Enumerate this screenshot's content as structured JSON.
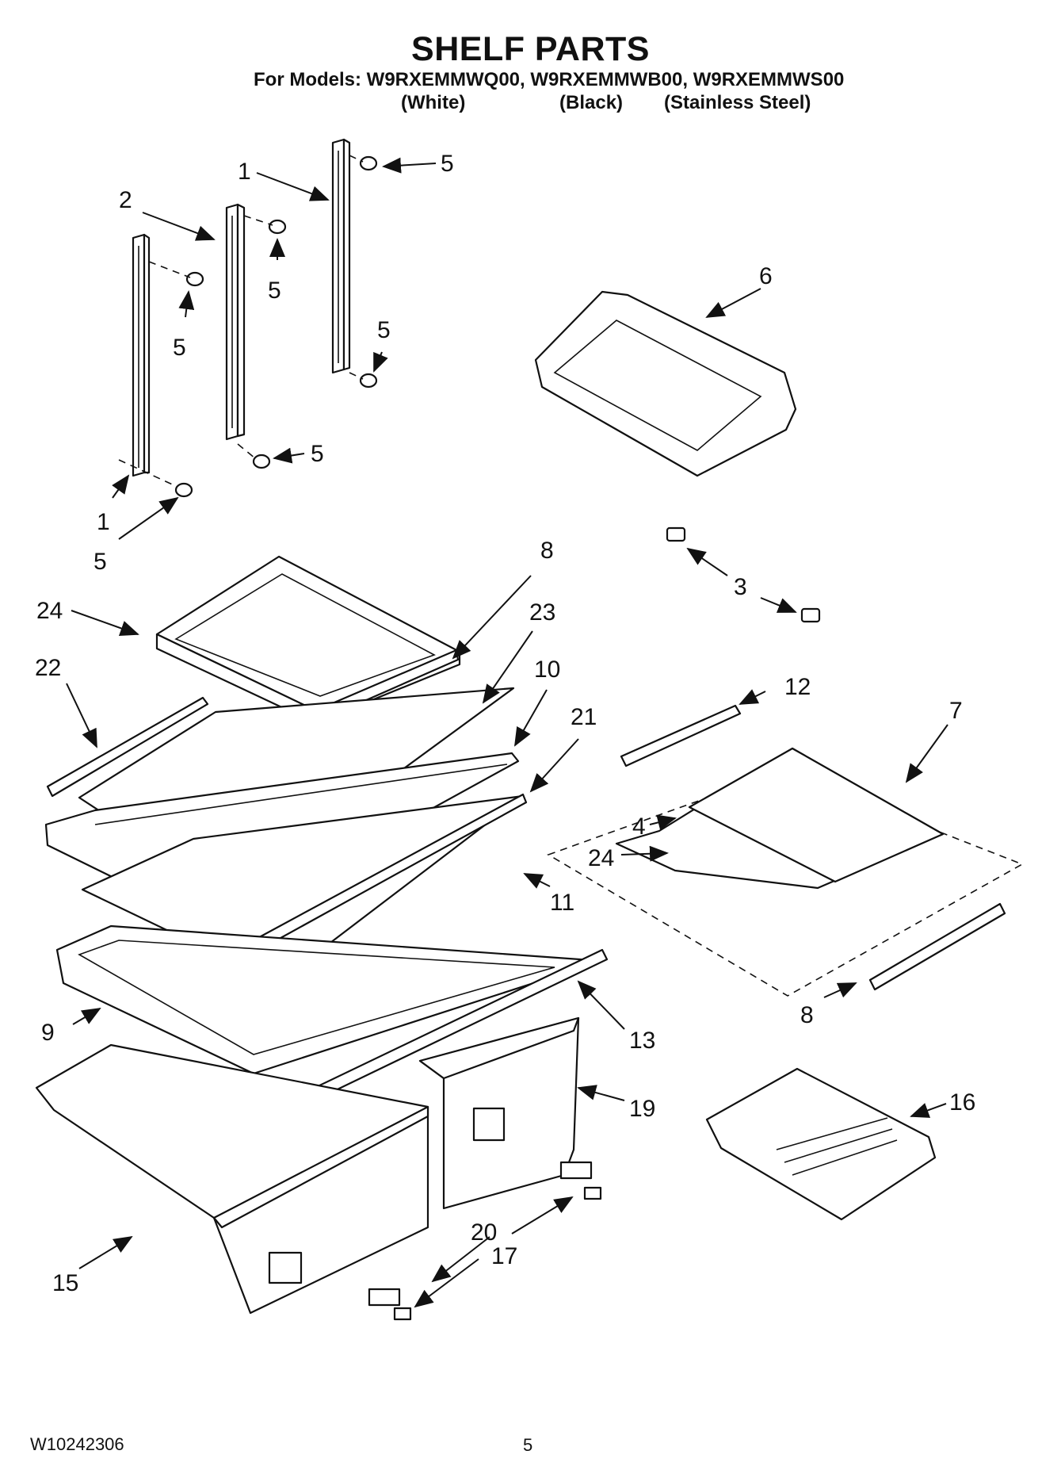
{
  "header": {
    "title": "SHELF PARTS",
    "models_line": "For Models: W9RXEMMWQ00, W9RXEMMWB00, W9RXEMMWS00",
    "variants": [
      "(White)",
      "(Black)",
      "(Stainless Steel)"
    ]
  },
  "callouts": [
    "1",
    "2",
    "5",
    "5",
    "1",
    "5",
    "5",
    "5",
    "5",
    "6",
    "8",
    "3",
    "24",
    "23",
    "10",
    "22",
    "21",
    "12",
    "7",
    "4",
    "24",
    "11",
    "9",
    "13",
    "8",
    "19",
    "16",
    "20",
    "17",
    "15"
  ],
  "footer": {
    "doc_number": "W10242306",
    "page_number": "5"
  }
}
